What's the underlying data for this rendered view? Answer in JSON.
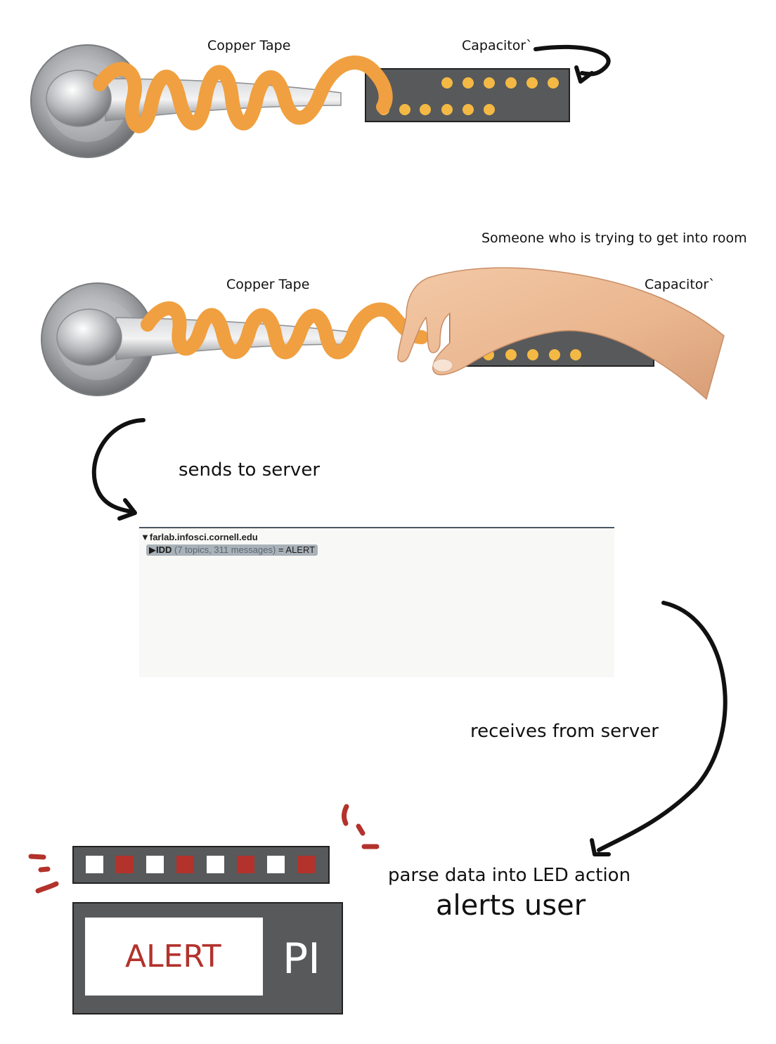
{
  "panel1": {
    "tape_label": "Copper Tape",
    "capacitor_label": "Capacitor`"
  },
  "panel2": {
    "person_label": "Someone who is trying to get into room",
    "tape_label": "Copper Tape",
    "capacitor_label": "Capacitor`"
  },
  "flow": {
    "sends_label": "sends to server",
    "receives_label": "receives from server",
    "parse_label": "parse data into LED action",
    "alerts_label": "alerts user"
  },
  "mqtt": {
    "host": "farlab.infosci.cornell.edu",
    "topic_name": "IDD",
    "topic_meta": "(7 topics, 311 messages)",
    "topic_value": "= ALERT",
    "expand_arrow": "▼",
    "collapse_arrow": "▶"
  },
  "device": {
    "screen_text": "ALERT",
    "board_text": "PI"
  },
  "colors": {
    "tape": "#f0a040",
    "dots": "#f4b944",
    "board": "#58595b",
    "alert_red": "#b3322c",
    "led_white": "#ffffff"
  }
}
